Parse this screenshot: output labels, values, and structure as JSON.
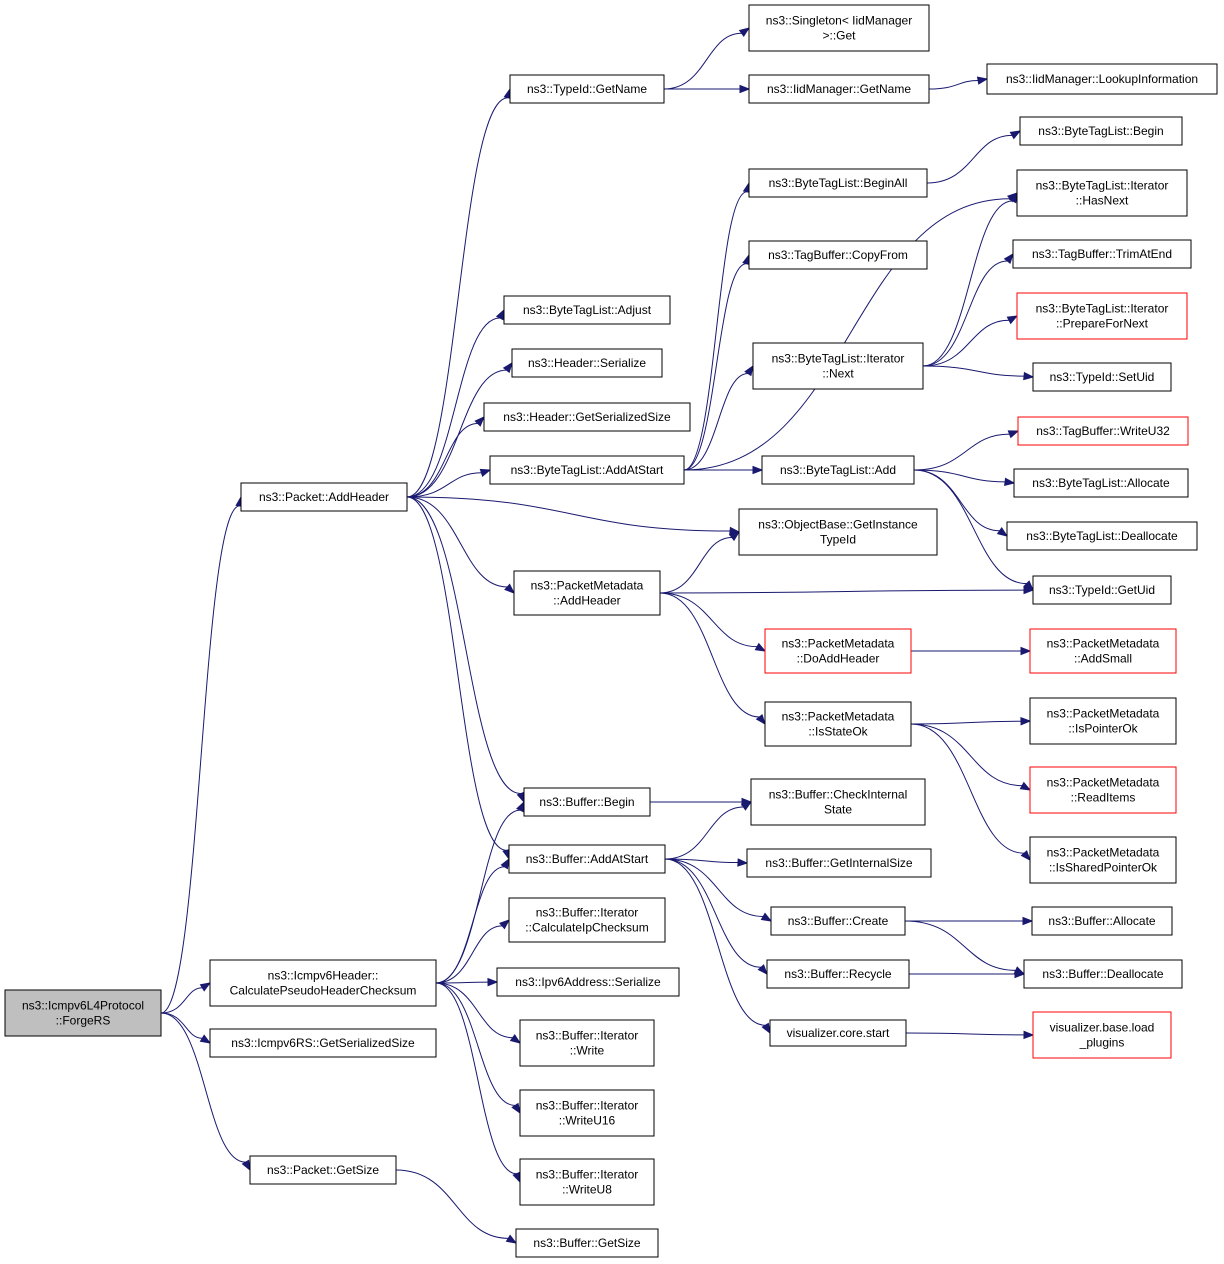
{
  "graph": {
    "kind": "call-graph",
    "root": "forgers",
    "colors": {
      "edge": "#191970",
      "node_border": "#000000",
      "truncated_border": "#ff0000",
      "root_fill": "#bfbfbf",
      "node_fill": "#ffffff"
    },
    "nodes": [
      {
        "id": "forgers",
        "lines": [
          "ns3::Icmpv6L4Protocol",
          "::ForgeRS"
        ],
        "root": true
      },
      {
        "id": "p_addheader",
        "lines": [
          "ns3::Packet::AddHeader"
        ]
      },
      {
        "id": "cpc",
        "lines": [
          "ns3::Icmpv6Header::",
          "CalculatePseudoHeaderChecksum"
        ]
      },
      {
        "id": "rs_gss",
        "lines": [
          "ns3::Icmpv6RS::GetSerializedSize"
        ]
      },
      {
        "id": "p_getsize",
        "lines": [
          "ns3::Packet::GetSize"
        ]
      },
      {
        "id": "tid_getname",
        "lines": [
          "ns3::TypeId::GetName"
        ]
      },
      {
        "id": "btl_adjust",
        "lines": [
          "ns3::ByteTagList::Adjust"
        ]
      },
      {
        "id": "h_serialize",
        "lines": [
          "ns3::Header::Serialize"
        ]
      },
      {
        "id": "h_gss",
        "lines": [
          "ns3::Header::GetSerializedSize"
        ]
      },
      {
        "id": "btl_addatstart",
        "lines": [
          "ns3::ByteTagList::AddAtStart"
        ]
      },
      {
        "id": "pm_addheader",
        "lines": [
          "ns3::PacketMetadata",
          "::AddHeader"
        ]
      },
      {
        "id": "b_begin",
        "lines": [
          "ns3::Buffer::Begin"
        ]
      },
      {
        "id": "b_addatstart",
        "lines": [
          "ns3::Buffer::AddAtStart"
        ]
      },
      {
        "id": "bi_calcip",
        "lines": [
          "ns3::Buffer::Iterator",
          "::CalculateIpChecksum"
        ]
      },
      {
        "id": "ipv6_ser",
        "lines": [
          "ns3::Ipv6Address::Serialize"
        ]
      },
      {
        "id": "bi_write",
        "lines": [
          "ns3::Buffer::Iterator",
          "::Write"
        ]
      },
      {
        "id": "bi_writeu16",
        "lines": [
          "ns3::Buffer::Iterator",
          "::WriteU16"
        ]
      },
      {
        "id": "bi_writeu8",
        "lines": [
          "ns3::Buffer::Iterator",
          "::WriteU8"
        ]
      },
      {
        "id": "b_getsize",
        "lines": [
          "ns3::Buffer::GetSize"
        ]
      },
      {
        "id": "singleton_get",
        "lines": [
          "ns3::Singleton< IidManager",
          ">::Get"
        ]
      },
      {
        "id": "iid_getname",
        "lines": [
          "ns3::IidManager::GetName"
        ]
      },
      {
        "id": "iid_lookup",
        "lines": [
          "ns3::IidManager::LookupInformation"
        ]
      },
      {
        "id": "btl_beginall",
        "lines": [
          "ns3::ByteTagList::BeginAll"
        ]
      },
      {
        "id": "tb_copyfrom",
        "lines": [
          "ns3::TagBuffer::CopyFrom"
        ]
      },
      {
        "id": "btli_next",
        "lines": [
          "ns3::ByteTagList::Iterator",
          "::Next"
        ]
      },
      {
        "id": "btl_add",
        "lines": [
          "ns3::ByteTagList::Add"
        ]
      },
      {
        "id": "ob_getinst",
        "lines": [
          "ns3::ObjectBase::GetInstance",
          "TypeId"
        ]
      },
      {
        "id": "pm_doadd",
        "lines": [
          "ns3::PacketMetadata",
          "::DoAddHeader"
        ],
        "truncated": true
      },
      {
        "id": "pm_isstateok",
        "lines": [
          "ns3::PacketMetadata",
          "::IsStateOk"
        ]
      },
      {
        "id": "b_checkint",
        "lines": [
          "ns3::Buffer::CheckInternal",
          "State"
        ]
      },
      {
        "id": "b_getintsize",
        "lines": [
          "ns3::Buffer::GetInternalSize"
        ]
      },
      {
        "id": "b_create",
        "lines": [
          "ns3::Buffer::Create"
        ]
      },
      {
        "id": "b_recycle",
        "lines": [
          "ns3::Buffer::Recycle"
        ]
      },
      {
        "id": "viz_start",
        "lines": [
          "visualizer.core.start"
        ]
      },
      {
        "id": "btl_begin",
        "lines": [
          "ns3::ByteTagList::Begin"
        ]
      },
      {
        "id": "btli_hasnext",
        "lines": [
          "ns3::ByteTagList::Iterator",
          "::HasNext"
        ]
      },
      {
        "id": "tb_trim",
        "lines": [
          "ns3::TagBuffer::TrimAtEnd"
        ]
      },
      {
        "id": "btli_prep",
        "lines": [
          "ns3::ByteTagList::Iterator",
          "::PrepareForNext"
        ],
        "truncated": true
      },
      {
        "id": "tid_setuid",
        "lines": [
          "ns3::TypeId::SetUid"
        ]
      },
      {
        "id": "tb_writeu32",
        "lines": [
          "ns3::TagBuffer::WriteU32"
        ],
        "truncated": true
      },
      {
        "id": "btl_allocate",
        "lines": [
          "ns3::ByteTagList::Allocate"
        ]
      },
      {
        "id": "btl_dealloc",
        "lines": [
          "ns3::ByteTagList::Deallocate"
        ]
      },
      {
        "id": "tid_getuid",
        "lines": [
          "ns3::TypeId::GetUid"
        ]
      },
      {
        "id": "pm_addsmall",
        "lines": [
          "ns3::PacketMetadata",
          "::AddSmall"
        ],
        "truncated": true
      },
      {
        "id": "pm_isptrok",
        "lines": [
          "ns3::PacketMetadata",
          "::IsPointerOk"
        ]
      },
      {
        "id": "pm_readitems",
        "lines": [
          "ns3::PacketMetadata",
          "::ReadItems"
        ],
        "truncated": true
      },
      {
        "id": "pm_issharedok",
        "lines": [
          "ns3::PacketMetadata",
          "::IsSharedPointerOk"
        ]
      },
      {
        "id": "b_allocate",
        "lines": [
          "ns3::Buffer::Allocate"
        ]
      },
      {
        "id": "b_dealloc",
        "lines": [
          "ns3::Buffer::Deallocate"
        ]
      },
      {
        "id": "viz_loadplugins",
        "lines": [
          "visualizer.base.load",
          "_plugins"
        ],
        "truncated": true
      }
    ],
    "edges": [
      [
        "forgers",
        "p_addheader"
      ],
      [
        "forgers",
        "cpc"
      ],
      [
        "forgers",
        "rs_gss"
      ],
      [
        "forgers",
        "p_getsize"
      ],
      [
        "p_addheader",
        "tid_getname"
      ],
      [
        "p_addheader",
        "btl_adjust"
      ],
      [
        "p_addheader",
        "h_serialize"
      ],
      [
        "p_addheader",
        "h_gss"
      ],
      [
        "p_addheader",
        "btl_addatstart"
      ],
      [
        "p_addheader",
        "ob_getinst"
      ],
      [
        "p_addheader",
        "pm_addheader"
      ],
      [
        "p_addheader",
        "b_begin"
      ],
      [
        "p_addheader",
        "b_addatstart"
      ],
      [
        "cpc",
        "b_begin"
      ],
      [
        "cpc",
        "b_addatstart"
      ],
      [
        "cpc",
        "bi_calcip"
      ],
      [
        "cpc",
        "ipv6_ser"
      ],
      [
        "cpc",
        "bi_write"
      ],
      [
        "cpc",
        "bi_writeu16"
      ],
      [
        "cpc",
        "bi_writeu8"
      ],
      [
        "p_getsize",
        "b_getsize"
      ],
      [
        "tid_getname",
        "singleton_get"
      ],
      [
        "tid_getname",
        "iid_getname"
      ],
      [
        "iid_getname",
        "iid_lookup"
      ],
      [
        "btl_addatstart",
        "btl_beginall"
      ],
      [
        "btl_addatstart",
        "tb_copyfrom"
      ],
      [
        "btl_addatstart",
        "btli_hasnext"
      ],
      [
        "btl_addatstart",
        "btli_next"
      ],
      [
        "btl_addatstart",
        "btl_add"
      ],
      [
        "btl_beginall",
        "btl_begin"
      ],
      [
        "btli_next",
        "btli_hasnext"
      ],
      [
        "btli_next",
        "tb_trim"
      ],
      [
        "btli_next",
        "btli_prep"
      ],
      [
        "btli_next",
        "tid_setuid"
      ],
      [
        "btl_add",
        "tb_writeu32"
      ],
      [
        "btl_add",
        "btl_allocate"
      ],
      [
        "btl_add",
        "btl_dealloc"
      ],
      [
        "btl_add",
        "tid_getuid"
      ],
      [
        "pm_addheader",
        "ob_getinst"
      ],
      [
        "pm_addheader",
        "tid_getuid"
      ],
      [
        "pm_addheader",
        "pm_doadd"
      ],
      [
        "pm_addheader",
        "pm_isstateok"
      ],
      [
        "pm_doadd",
        "pm_addsmall"
      ],
      [
        "pm_isstateok",
        "pm_isptrok"
      ],
      [
        "pm_isstateok",
        "pm_readitems"
      ],
      [
        "pm_isstateok",
        "pm_issharedok"
      ],
      [
        "b_begin",
        "b_checkint"
      ],
      [
        "b_addatstart",
        "b_checkint"
      ],
      [
        "b_addatstart",
        "b_getintsize"
      ],
      [
        "b_addatstart",
        "b_create"
      ],
      [
        "b_addatstart",
        "b_recycle"
      ],
      [
        "b_addatstart",
        "viz_start"
      ],
      [
        "b_create",
        "b_allocate"
      ],
      [
        "b_create",
        "b_dealloc"
      ],
      [
        "b_recycle",
        "b_dealloc"
      ],
      [
        "viz_start",
        "viz_loadplugins"
      ]
    ]
  }
}
